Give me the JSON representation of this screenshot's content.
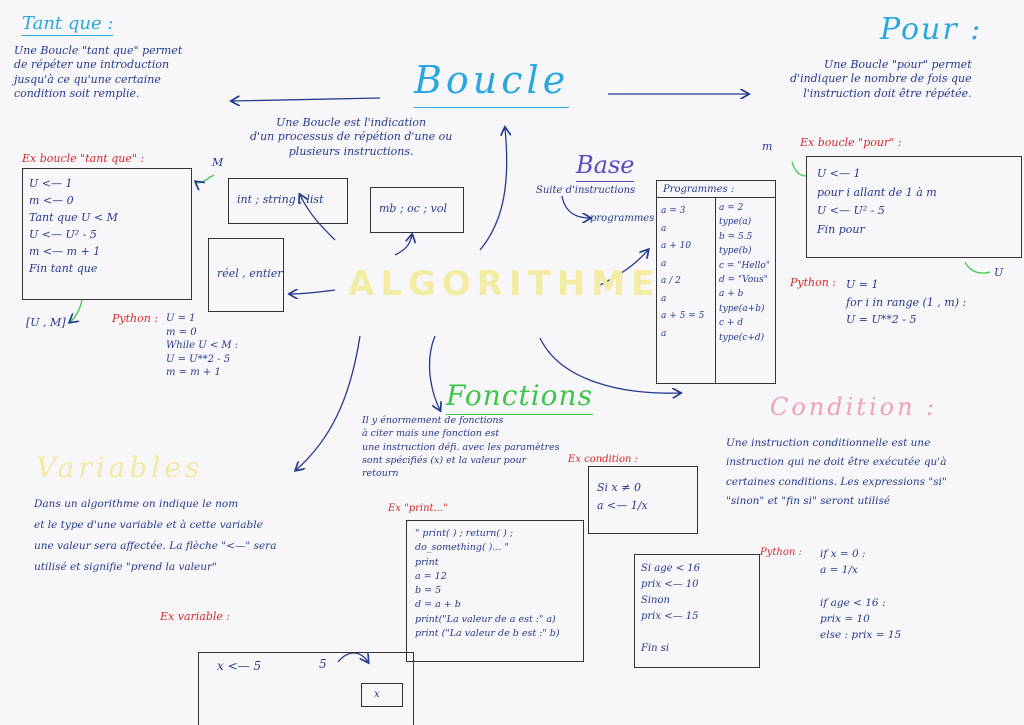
{
  "center": {
    "title": "ALGORITHME"
  },
  "boucle": {
    "title": "Boucle",
    "description": "Une Boucle est l'indication\nd'un processus de répétion d'une ou\nplusieurs instructions."
  },
  "types": {
    "box1": "int ; string ; list",
    "box2": "réel , entier",
    "box3": "mb ; oc ; vol"
  },
  "tant_que": {
    "title": "Tant que :",
    "description": "Une Boucle \"tant que\" permet\nde répéter une introduction\njusqu'à ce qu'une certaine\ncondition soit remplie.",
    "example_label": "Ex boucle \"tant que\" :",
    "example_m": "M",
    "code": "U <— 1\nm <— 0\nTant que  U < M\n        U <— U² - 5\n        m <— m + 1\nFin tant que",
    "range": "[U , M]",
    "python_label": "Python :",
    "python_code": "U = 1\nm = 0\nWhile  U < M :\n   U = U**2 - 5\n   m = m + 1"
  },
  "pour": {
    "title": "Pour :",
    "description": "Une Boucle \"pour\" permet\nd'indiquer le nombre de fois que\nl'instruction doit être répétée.",
    "m": "m",
    "example_label": "Ex boucle \"pour\" :",
    "code": "U <— 1\npour i allant de 1 à m\n   U <— U² - 5\nFin pour",
    "u": "U",
    "python_label": "Python :",
    "python_code": "U = 1\nfor i in range (1 , m) :\n   U = U**2 - 5"
  },
  "base": {
    "title": "Base",
    "description": "Suite d'instructions",
    "arrow_label": "programmes",
    "table_header": "Programmes :",
    "col1": "a = 3\na\na + 10\na\na / 2\na\na + 5 = 5\na",
    "col2": "a = 2\ntype(a)\nb = 5.5\ntype(b)\nc = \"Hello\"\nd = \"Vous\"\na + b\ntype(a+b)\nc + d\ntype(c+d)"
  },
  "fonctions": {
    "title": "Fonctions",
    "description": "Il y énormement de fonctions\nà citer mais une fonction est\nune instruction défi. avec les paramètres\nsont spécifiés (x) et la valeur pour\nretourn",
    "ex_condition": "Ex condition :",
    "ex_print": "Ex \"print...\"",
    "code": "\" print( ) ; return( ) ;\n  do_something( )... \"\nprint\na = 12\nb = 5\nd = a + b\nprint(\"La valeur de a est :\" a)\nprint (\"La valeur de b est :\" b)",
    "condition_code": "Si  x ≠ 0\n   a <—  1/x"
  },
  "condition": {
    "title": "Condition :",
    "description": "Une instruction conditionnelle est une\ninstruction qui ne doit être exécutée qu'à\ncertaines conditions. Les expressions \"si\"\n\"sinon\" et \"fin si\" seront utilisé",
    "code": "Si  age < 16\n      prix <— 10\nSinon\n      prix <— 15\n\n      Fin si",
    "python_label": "Python :",
    "python_code": "if  x = 0 :\n     a = 1/x\n\nif  age < 16 :\n     prix = 10\nelse :  prix = 15"
  },
  "variables": {
    "title": "Variables",
    "description": "Dans un algorithme on indique le nom\net le type d'une variable et à cette variable\nune valeur sera affectée. La flèche \"<—\" sera\nutilisé et signifie \"prend la valeur\"",
    "example_label": "Ex variable :",
    "code": "x <— 5",
    "five": "5",
    "box": "x"
  }
}
